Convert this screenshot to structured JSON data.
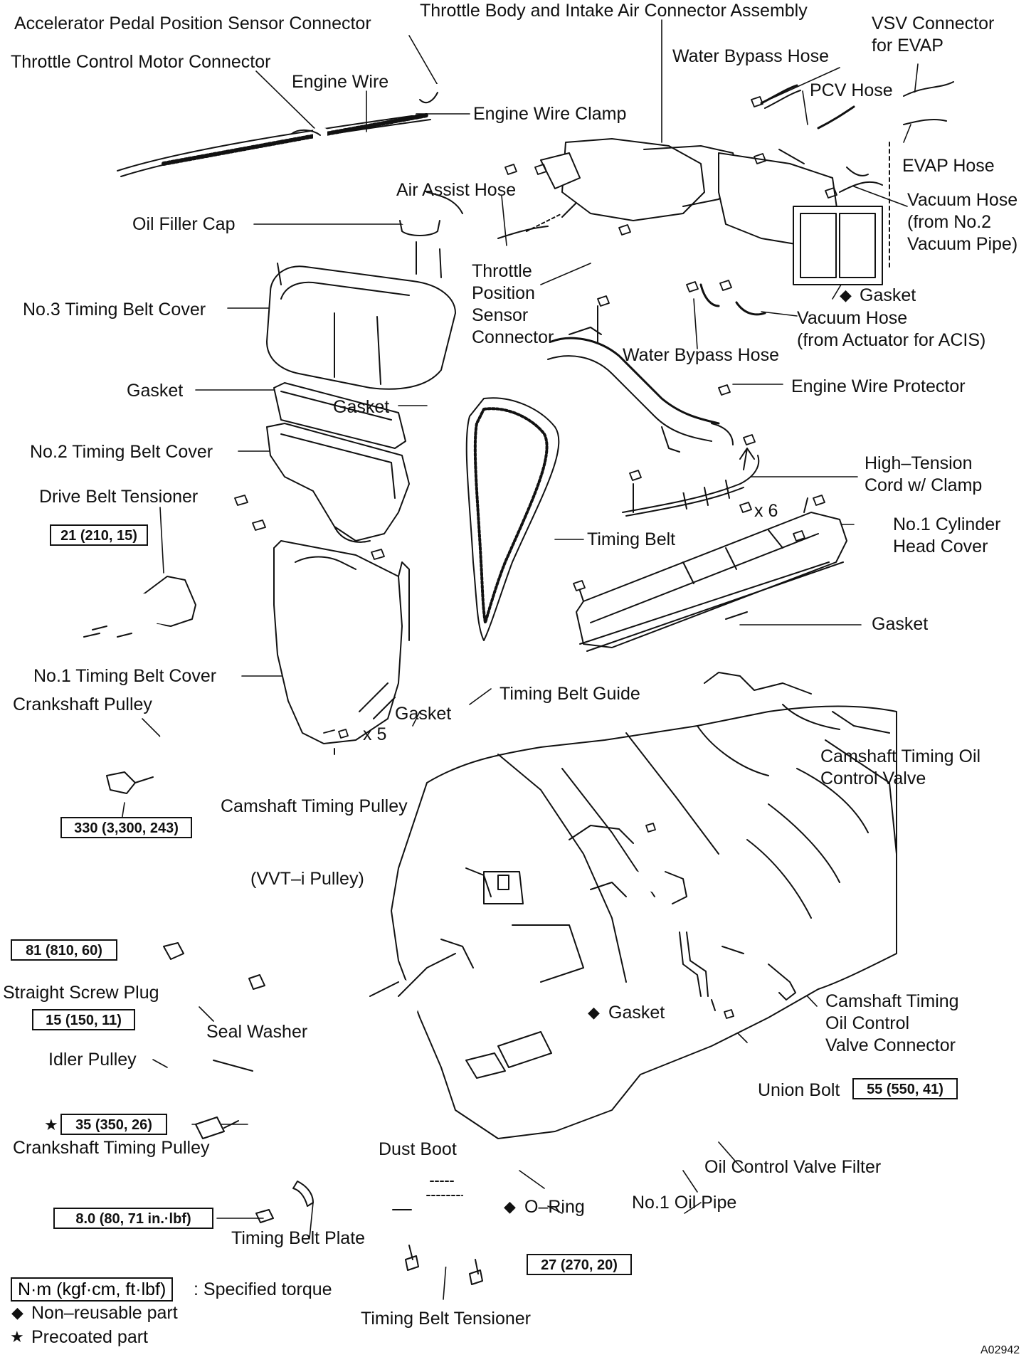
{
  "labels": {
    "accel_sensor_conn": "Accelerator Pedal Position Sensor Connector",
    "throttle_body": "Throttle Body and Intake Air Connector Assembly",
    "vsv_conn": "VSV Connector\nfor EVAP",
    "throttle_motor_conn": "Throttle Control Motor Connector",
    "engine_wire": "Engine Wire",
    "water_bypass_hose_top": "Water Bypass Hose",
    "pcv_hose": "PCV Hose",
    "engine_wire_clamp": "Engine Wire Clamp",
    "evap_hose": "EVAP Hose",
    "air_assist_hose": "Air Assist Hose",
    "vacuum_hose_no2": "Vacuum Hose\n(from No.2\nVacuum Pipe)",
    "oil_filler_cap": "Oil Filler Cap",
    "throttle_pos_sensor": "Throttle\nPosition\nSensor\nConnector",
    "gasket_top": "Gasket",
    "no3_timing_cover": "No.3 Timing Belt Cover",
    "vacuum_hose_acis": "Vacuum Hose\n(from Actuator for ACIS)",
    "water_bypass_hose_mid": "Water Bypass Hose",
    "gasket_left": "Gasket",
    "engine_wire_protector": "Engine Wire Protector",
    "gasket_mid": "Gasket",
    "no2_timing_cover": "No.2 Timing Belt Cover",
    "high_tension_cord": "High–Tension\nCord w/ Clamp",
    "drive_belt_tensioner": "Drive Belt Tensioner",
    "x6": "x 6",
    "no1_cyl_head_cover": "No.1 Cylinder\nHead Cover",
    "timing_belt": "Timing Belt",
    "gasket_head": "Gasket",
    "no1_timing_cover": "No.1 Timing Belt Cover",
    "crankshaft_pulley": "Crankshaft Pulley",
    "timing_belt_guide": "Timing Belt Guide",
    "gasket_lower": "Gasket",
    "x5": "x 5",
    "cam_oil_valve": "Camshaft Timing Oil\nControl Valve",
    "cam_timing_pulley": "Camshaft Timing Pulley",
    "vvti_pulley": "(VVT–i Pulley)",
    "straight_screw_plug": "Straight Screw Plug",
    "seal_washer": "Seal Washer",
    "gasket_bottom": "Gasket",
    "cam_oil_valve_conn": "Camshaft Timing\nOil Control\nValve Connector",
    "idler_pulley": "Idler Pulley",
    "union_bolt": "Union Bolt",
    "crank_timing_pulley": "Crankshaft Timing Pulley",
    "dust_boot": "Dust Boot",
    "oil_control_filter": "Oil Control Valve Filter",
    "o_ring": "O–Ring",
    "no1_oil_pipe": "No.1 Oil Pipe",
    "timing_belt_plate": "Timing Belt Plate",
    "timing_belt_tensioner": "Timing Belt Tensioner",
    "fig_code": "A02942"
  },
  "torques": {
    "drive_tensioner": "21 (210, 15)",
    "crank_pulley": "330 (3,300, 243)",
    "cam_pulley": "81 (810, 60)",
    "screw_plug": "15 (150, 11)",
    "idler": "35 (350, 26)",
    "union_bolt": "55 (550, 41)",
    "belt_plate": "8.0 (80, 71 in.·lbf)",
    "tensioner": "27 (270, 20)"
  },
  "legend": {
    "unit_box": "N·m (kgf·cm, ft·lbf)",
    "unit_text": ": Specified torque",
    "non_reusable": "Non–reusable part",
    "precoated": "Precoated part"
  },
  "symbols": {
    "diamond": "◆",
    "star": "★"
  }
}
